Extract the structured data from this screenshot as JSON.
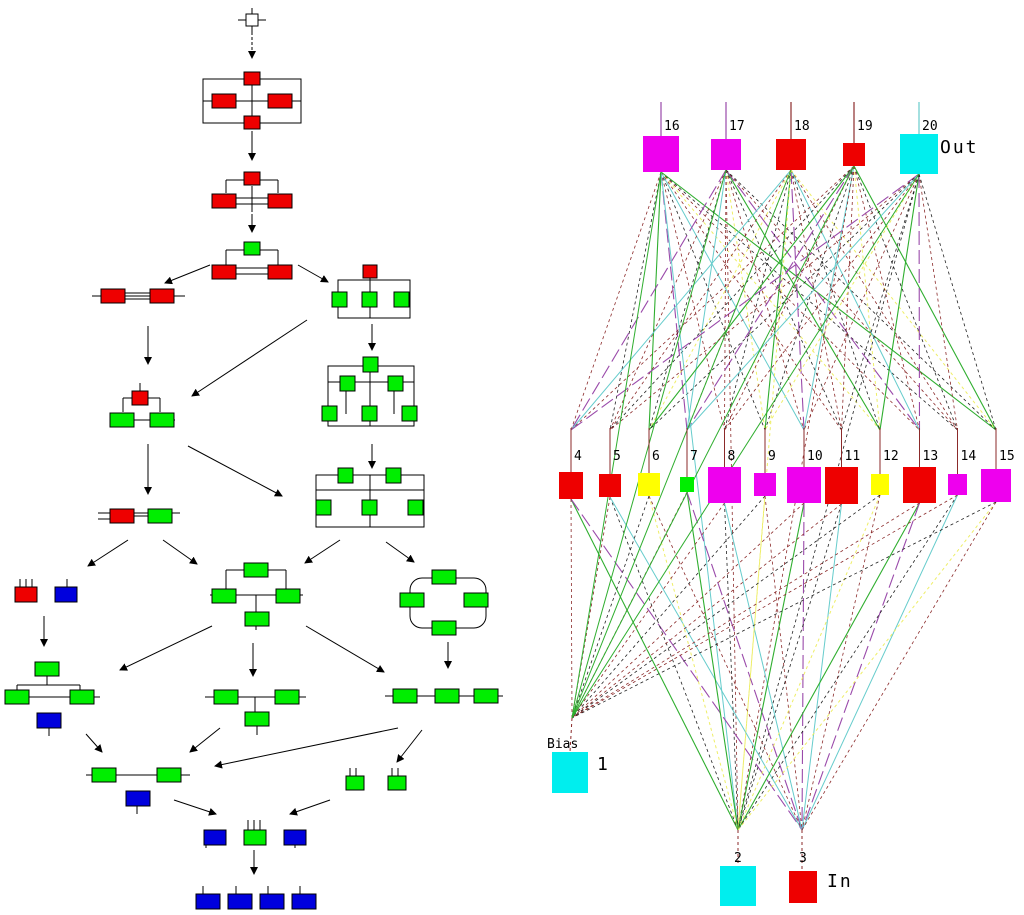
{
  "colors": {
    "red": "#ee0000",
    "green": "#00ee00",
    "blue": "#0000dd",
    "magenta": "#ee00ee",
    "cyan": "#00eeee",
    "yellow": "#ffff00",
    "white": "#ffffff",
    "line_green": "#2fae2f",
    "line_brown": "#8b2a2a",
    "line_black": "#222222",
    "line_purple": "#9a4aaa",
    "line_cyan": "#66cccc",
    "line_yellow": "#eeee66"
  },
  "network": {
    "out_label": "Out",
    "in_label": "In",
    "bias_label": "Bias",
    "bias_number": "1",
    "output_nodes": [
      {
        "id": "16",
        "color": "magenta"
      },
      {
        "id": "17",
        "color": "magenta"
      },
      {
        "id": "18",
        "color": "red"
      },
      {
        "id": "19",
        "color": "red"
      },
      {
        "id": "20",
        "color": "cyan"
      }
    ],
    "hidden_nodes": [
      {
        "id": "4",
        "color": "red"
      },
      {
        "id": "5",
        "color": "red"
      },
      {
        "id": "6",
        "color": "yellow"
      },
      {
        "id": "7",
        "color": "green"
      },
      {
        "id": "8",
        "color": "magenta"
      },
      {
        "id": "9",
        "color": "magenta"
      },
      {
        "id": "10",
        "color": "magenta"
      },
      {
        "id": "11",
        "color": "red"
      },
      {
        "id": "12",
        "color": "yellow"
      },
      {
        "id": "13",
        "color": "red"
      },
      {
        "id": "14",
        "color": "magenta"
      },
      {
        "id": "15",
        "color": "magenta"
      }
    ],
    "input_nodes": [
      {
        "id": "2",
        "color": "cyan"
      },
      {
        "id": "3",
        "color": "red"
      }
    ]
  }
}
